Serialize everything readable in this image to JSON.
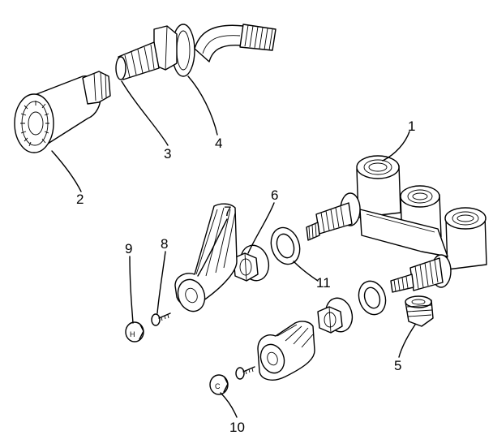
{
  "diagram": {
    "callouts": [
      {
        "id": "1",
        "label": "1"
      },
      {
        "id": "2",
        "label": "2"
      },
      {
        "id": "3",
        "label": "3"
      },
      {
        "id": "4",
        "label": "4"
      },
      {
        "id": "5",
        "label": "5"
      },
      {
        "id": "6",
        "label": "6"
      },
      {
        "id": "7",
        "label": "7"
      },
      {
        "id": "8",
        "label": "8"
      },
      {
        "id": "9",
        "label": "9"
      },
      {
        "id": "10",
        "label": "10"
      },
      {
        "id": "11",
        "label": "11"
      }
    ],
    "handle_cap_letters": {
      "hot": "H",
      "cold": "C"
    }
  }
}
